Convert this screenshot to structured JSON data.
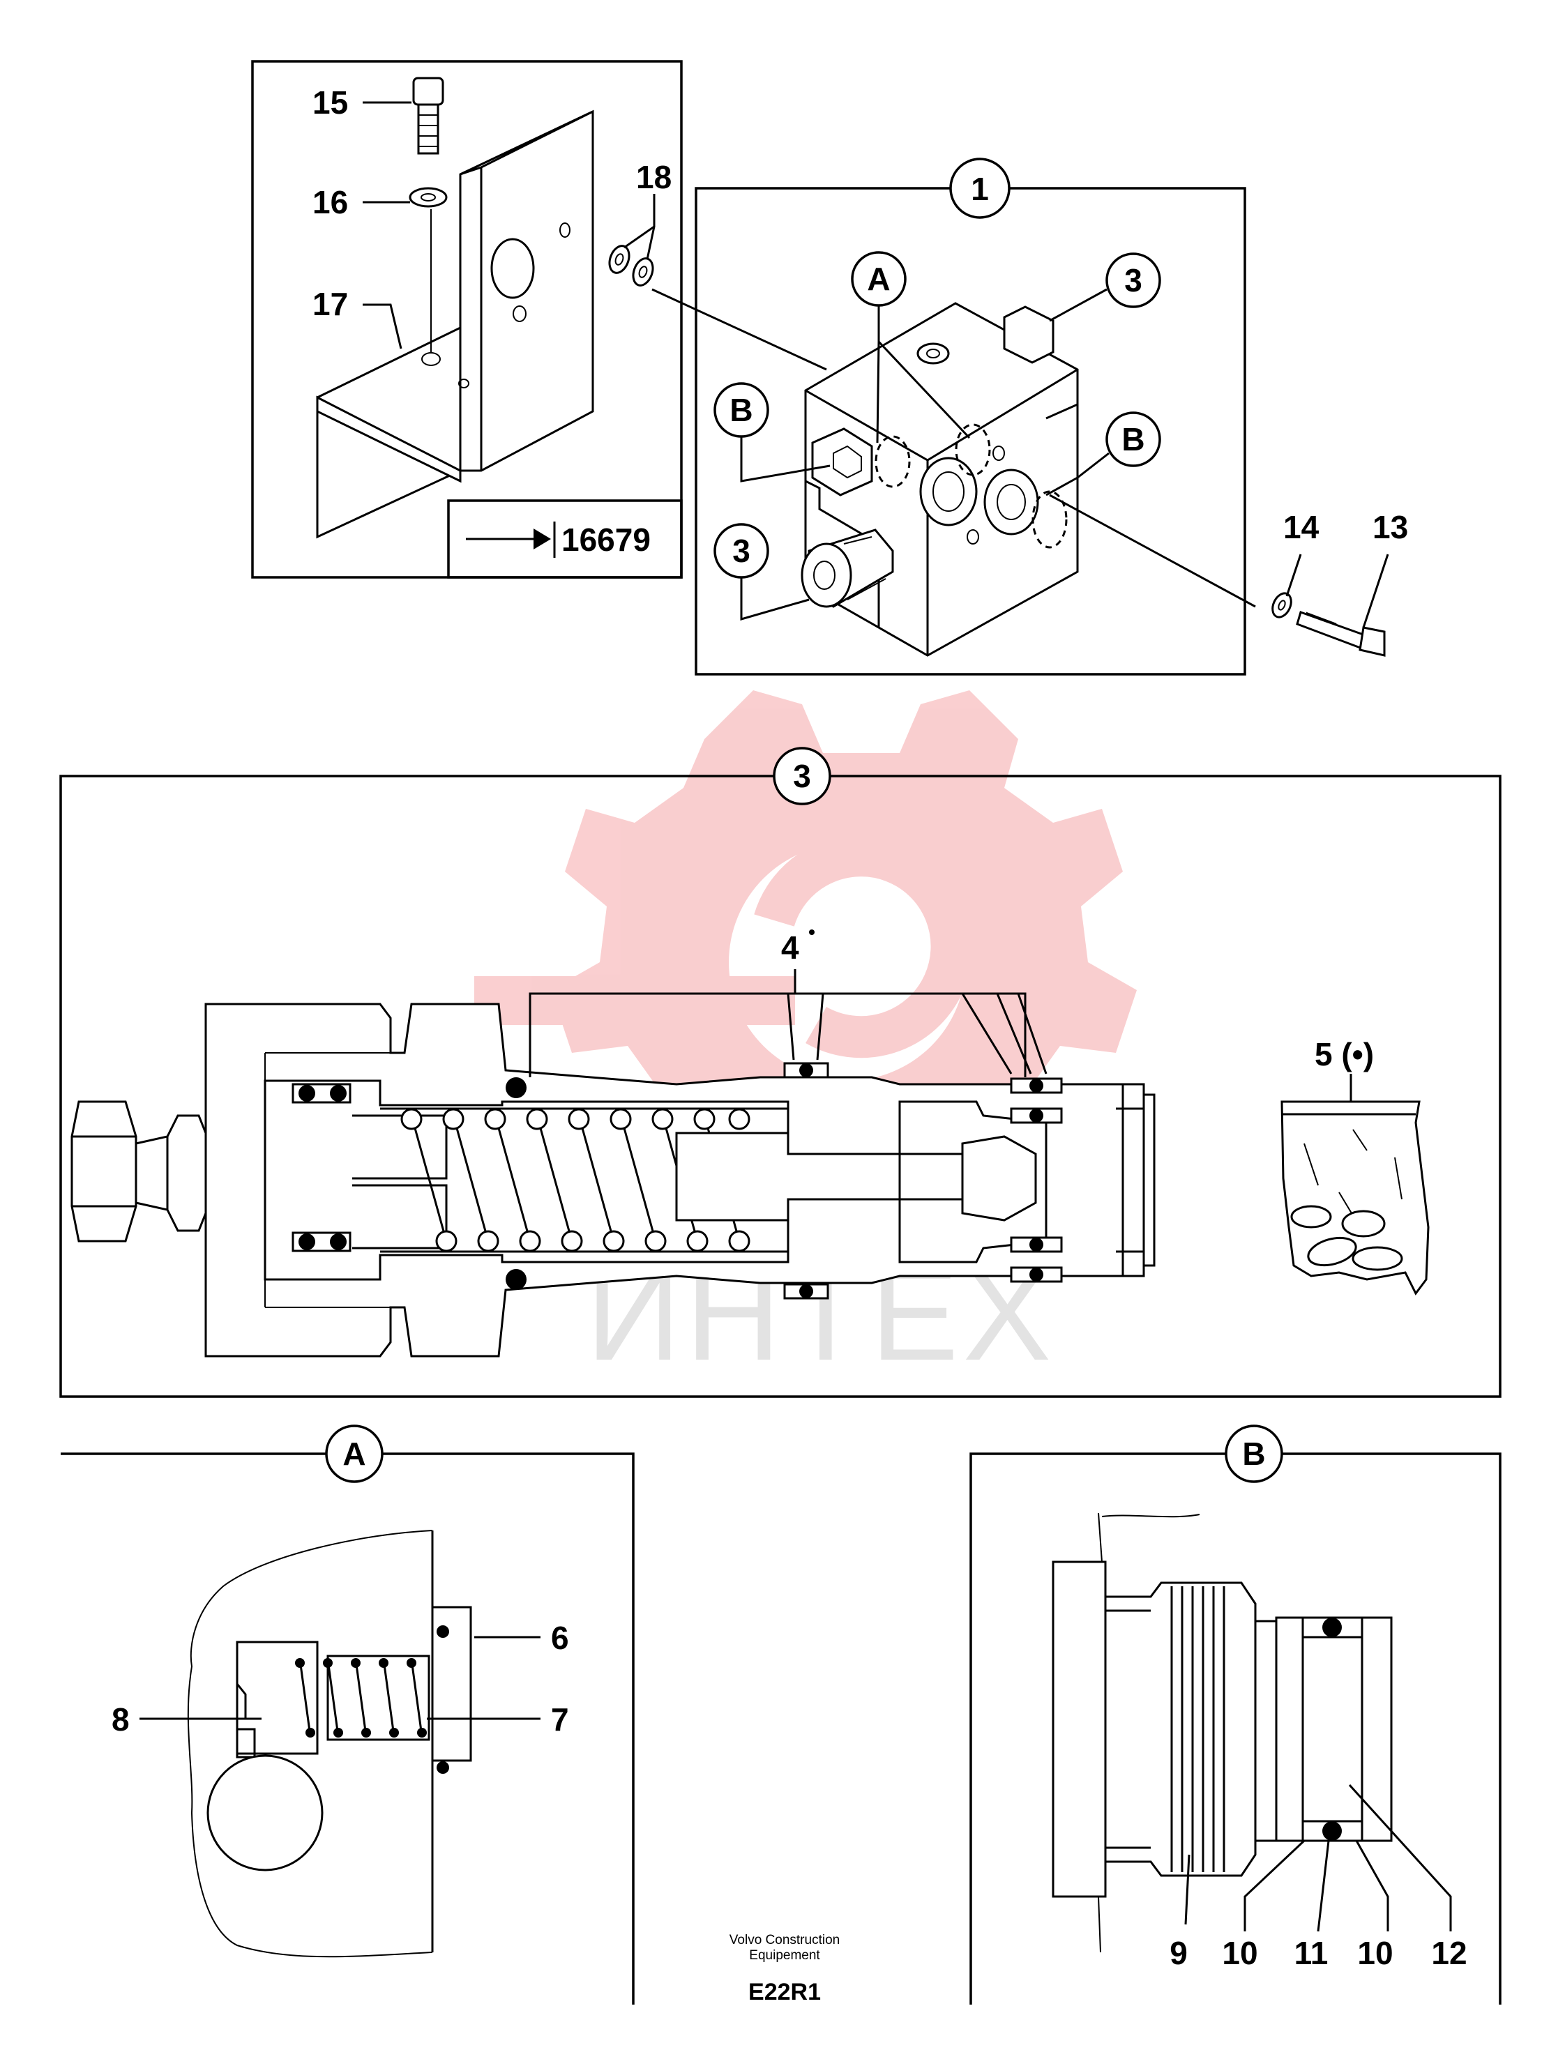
{
  "callouts": {
    "c15": "15",
    "c16": "16",
    "c17": "17",
    "c18": "18",
    "c1": "1",
    "cA_top": "A",
    "c3_top": "3",
    "cB_left": "B",
    "cB_right": "B",
    "c3_left": "3",
    "c14": "14",
    "c13": "13",
    "c3_section": "3",
    "c4": "4",
    "c5": "5 (•)",
    "cA_section": "A",
    "c6": "6",
    "c7": "7",
    "c8": "8",
    "cB_section": "B",
    "c9": "9",
    "c10a": "10",
    "c11": "11",
    "c10b": "10",
    "c12": "12"
  },
  "reference": {
    "label": "16679"
  },
  "footer": {
    "line1": "Volvo Construction",
    "line2": "Equipement",
    "code": "E22R1"
  },
  "watermark": {
    "text": "ИНТЕХ",
    "color": "#e8262a"
  }
}
